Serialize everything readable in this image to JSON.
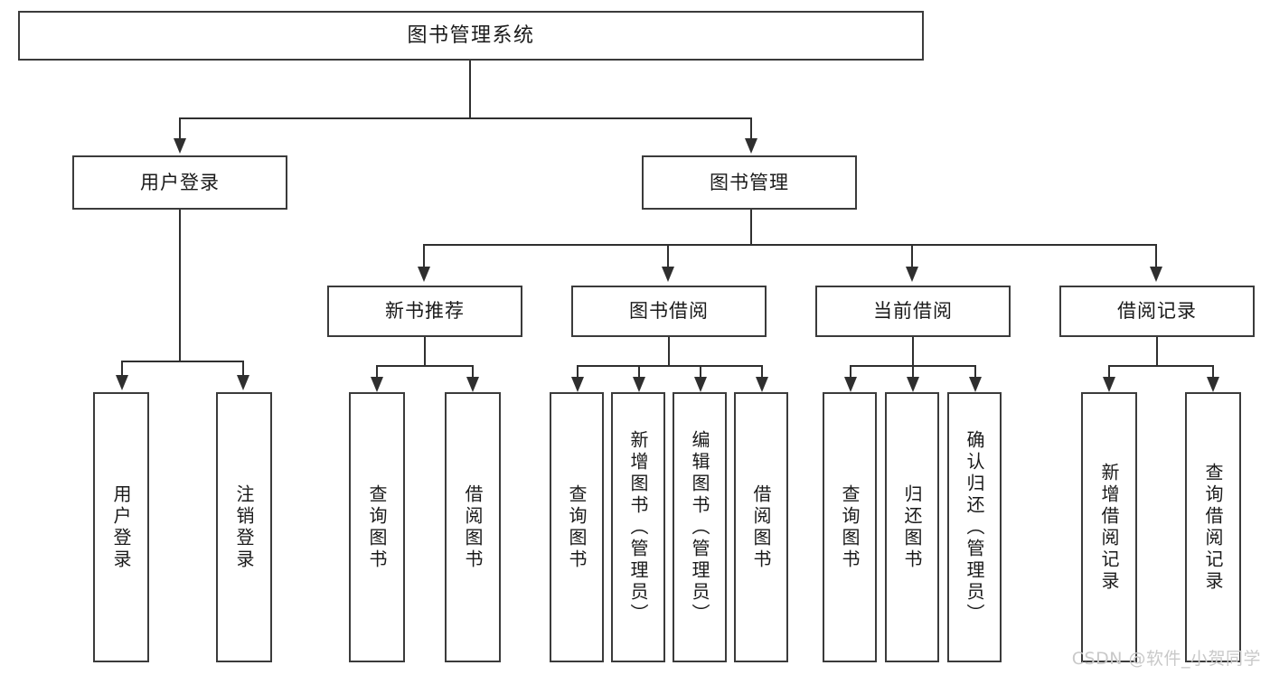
{
  "diagram": {
    "title": "图书管理系统",
    "type": "tree-hierarchy-diagram",
    "root": {
      "label": "图书管理系统"
    },
    "level2": [
      {
        "label": "用户登录"
      },
      {
        "label": "图书管理"
      }
    ],
    "level3": [
      {
        "label": "新书推荐"
      },
      {
        "label": "图书借阅"
      },
      {
        "label": "当前借阅"
      },
      {
        "label": "借阅记录"
      }
    ],
    "leaves": {
      "user_login": [
        {
          "label": "用户登录"
        },
        {
          "label": "注销登录"
        }
      ],
      "new_book_recommend": [
        {
          "label": "查询图书"
        },
        {
          "label": "借阅图书"
        }
      ],
      "book_borrow": [
        {
          "label": "查询图书"
        },
        {
          "label": "新增图书（管理员）"
        },
        {
          "label": "编辑图书（管理员）"
        },
        {
          "label": "借阅图书"
        }
      ],
      "current_borrow": [
        {
          "label": "查询图书"
        },
        {
          "label": "归还图书"
        },
        {
          "label": "确认归还（管理员）"
        }
      ],
      "borrow_record": [
        {
          "label": "新增借阅记录"
        },
        {
          "label": "查询借阅记录"
        }
      ]
    },
    "watermark": "CSDN @软件_小贺同学",
    "colors": {
      "border": "#3b3b3b",
      "edge": "#2f2f2f",
      "background": "#ffffff",
      "text": "#1a1a1a",
      "watermark": "#c9c9c9"
    }
  }
}
